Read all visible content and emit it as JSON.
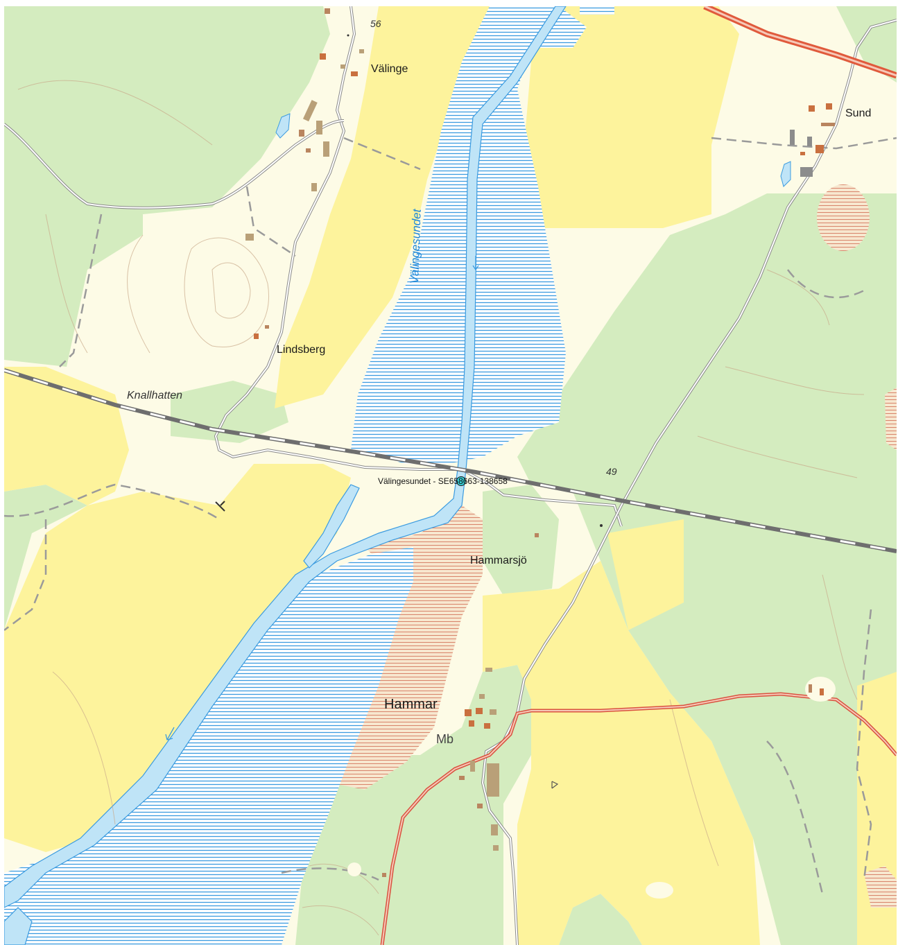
{
  "map": {
    "place_names": {
      "valinge": "Välinge",
      "sund": "Sund",
      "lindsberg": "Lindsberg",
      "knallhatten": "Knallhatten",
      "hammarsjo": "Hammarsjö",
      "hammar": "Hammar",
      "mb": "Mb"
    },
    "water_names": {
      "valingesundet": "Välingesundet"
    },
    "altitudes": {
      "north": "56",
      "east": "49"
    },
    "marker": {
      "icon": "location-pin-icon",
      "label": "Välingesundet - SE658663-138658"
    },
    "colors": {
      "forest": "#d4ecbf",
      "open_land": "#fdfbe6",
      "farmland": "#fdf39c",
      "water": "#bfe4f7",
      "water_hatch": "#3b9be0",
      "marsh_hatch": "#d8836a",
      "railway": "#6e6e6e",
      "main_road": "#d9523f",
      "highway": "#e05a3c"
    }
  }
}
